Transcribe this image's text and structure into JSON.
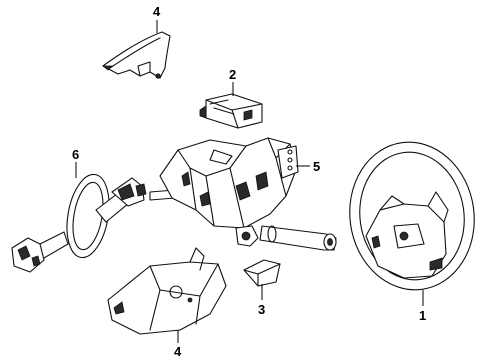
{
  "callouts": [
    {
      "id": "1",
      "text": "1"
    },
    {
      "id": "2",
      "text": "2"
    },
    {
      "id": "3",
      "text": "3"
    },
    {
      "id": "4a",
      "text": "4"
    },
    {
      "id": "4b",
      "text": "4"
    },
    {
      "id": "5",
      "text": "5"
    },
    {
      "id": "6",
      "text": "6"
    }
  ]
}
